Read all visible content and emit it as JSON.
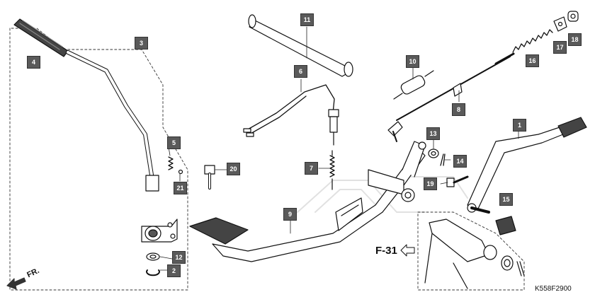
{
  "callouts": {
    "c1": "1",
    "c2": "2",
    "c3": "3",
    "c4": "4",
    "c5": "5",
    "c6": "6",
    "c7": "7",
    "c8": "8",
    "c9": "9",
    "c10": "10",
    "c11": "11",
    "c12": "12",
    "c13": "13",
    "c14": "14",
    "c15": "15",
    "c16": "16",
    "c17": "17",
    "c18": "18",
    "c19": "19",
    "c20": "20",
    "c21": "21"
  },
  "reference": "F-31",
  "front_label": "FR.",
  "diagram_code": "K558F2900",
  "colors": {
    "line": "#111111",
    "callout_bg": "#5a5a5a",
    "watermark": "#d9d9d9"
  }
}
